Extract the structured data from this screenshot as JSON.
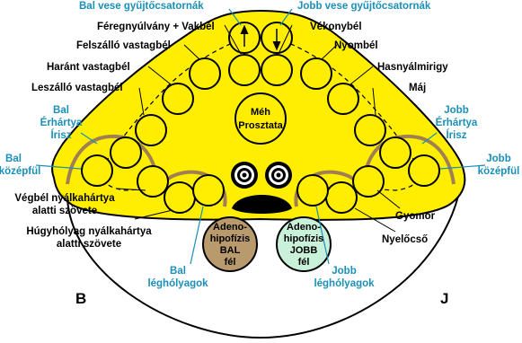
{
  "colors": {
    "body": "#ffee00",
    "outline": "#000000",
    "eyebrow": "#a08050",
    "callout_blue": "#1a8fb8",
    "adeno_left": "#b99a6c",
    "adeno_right": "#c9f0d9"
  },
  "labels": {
    "bal_vese": "Bal vese gyűjtőcsatornák",
    "jobb_vese": "Jobb vese gyűjtőcsatornák",
    "fereg": "Féregnyúlvány + Vakbél",
    "vekonybel": "Vékonybél",
    "felszallo": "Felszálló vastagbél",
    "nyombel": "Nyombél",
    "harant": "Haránt vastagbél",
    "hasnyal": "Hasnyálmirigy",
    "leszallo": "Leszálló vastagbél",
    "maj": "Máj",
    "bal_erhartya": [
      "Bal",
      "Érhártya",
      "Írisz"
    ],
    "jobb_erhartya": [
      "Jobb",
      "Érhártya",
      "Írisz"
    ],
    "bal_kozepful": [
      "Bal",
      "középfül"
    ],
    "jobb_kozepful": [
      "Jobb",
      "középfül"
    ],
    "vegbel": [
      "Végbél nyálkahártya",
      "alatti szövete"
    ],
    "hugyholyag": [
      "Húgyhólyag nyálkahártya",
      "alatti szövete"
    ],
    "gyomor": "Gyomor",
    "nyelocso": "Nyelőcső",
    "bal_leg": [
      "Bal",
      "léghólyagok"
    ],
    "jobb_leg": [
      "Jobb",
      "léghólyagok"
    ],
    "meh": [
      "Méh",
      "Prosztata"
    ],
    "adeno_bal": [
      "Adeno-",
      "hipofízis",
      "BAL",
      "fél"
    ],
    "adeno_jobb": [
      "Adeno-",
      "hipofízis",
      "JOBB",
      "fél"
    ],
    "side_b": "B",
    "side_j": "J"
  }
}
